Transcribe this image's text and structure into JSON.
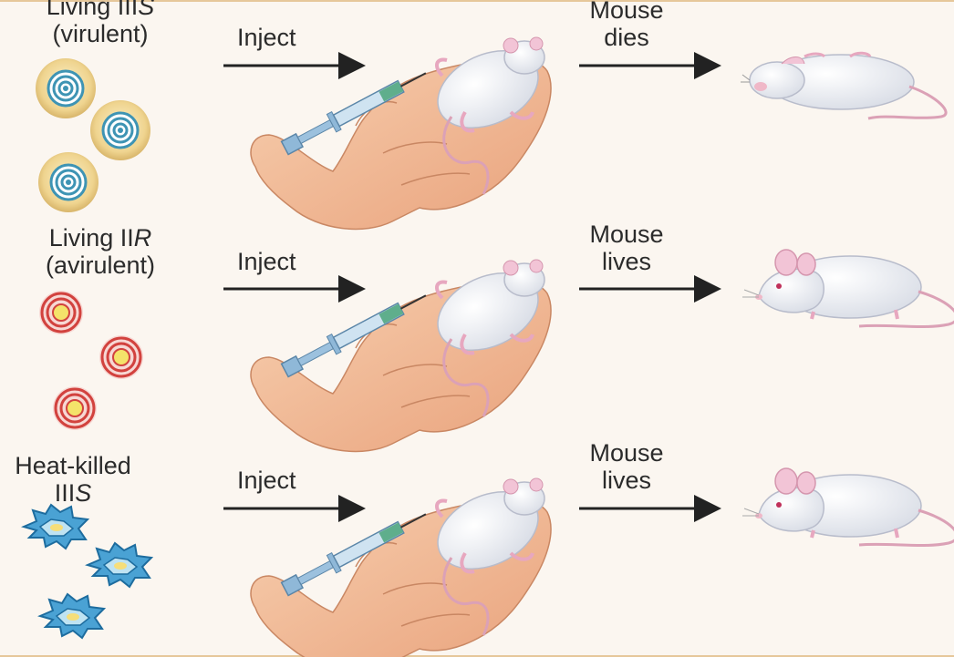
{
  "rows": [
    {
      "strain_line1": "Living III",
      "strain_suffix": "S",
      "strain_line2": "(virulent)",
      "action": "Inject",
      "outcome_line1": "Mouse",
      "outcome_line2": "dies",
      "bacteria_type": "concentric-rings-yellow",
      "mouse_state": "dead"
    },
    {
      "strain_line1": "Living II",
      "strain_suffix": "R",
      "strain_line2": "(avirulent)",
      "action": "Inject",
      "outcome_line1": "Mouse",
      "outcome_line2": "lives",
      "bacteria_type": "concentric-rings-red",
      "mouse_state": "alive"
    },
    {
      "strain_line1": "Heat-killed",
      "strain_suffix": "",
      "strain_line2": "III",
      "strain_line2_suffix": "S",
      "action": "Inject",
      "outcome_line1": "Mouse",
      "outcome_line2": "lives",
      "bacteria_type": "spiky-blue",
      "mouse_state": "alive"
    }
  ],
  "colors": {
    "capsule_outer": "#f0d89a",
    "capsule_ring": "#3e94b4",
    "rough_ring": "#d2423e",
    "rough_center": "#f4e36a",
    "killed_star": "#4aa2d4",
    "hand": "#f4bf9b",
    "mouse": "#f3f4f7",
    "tail": "#dba1b6",
    "arrow": "#222222"
  }
}
